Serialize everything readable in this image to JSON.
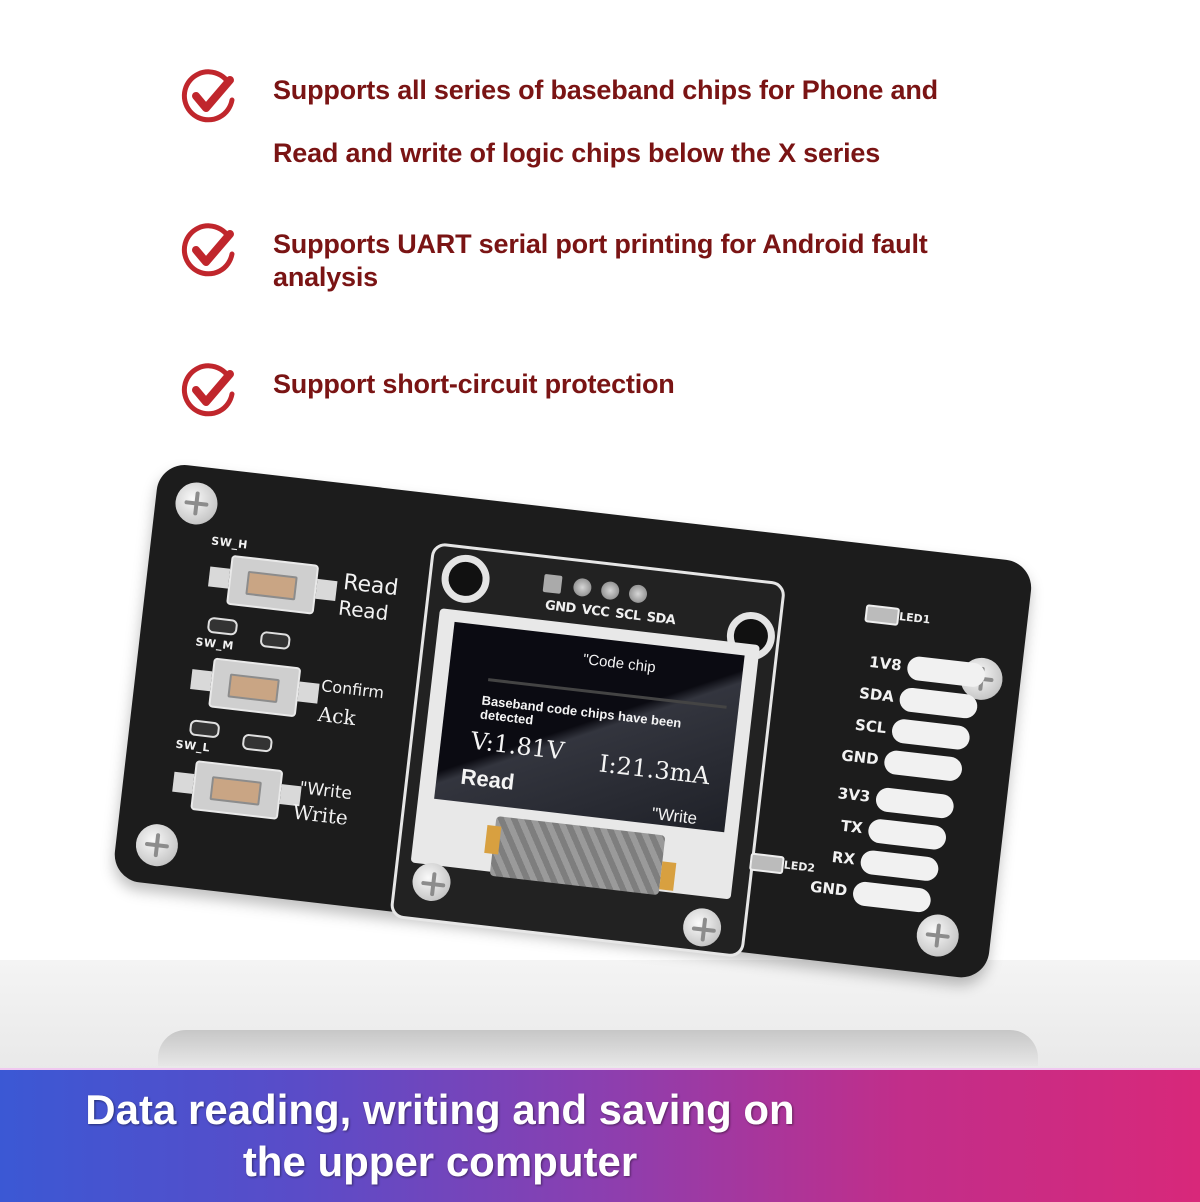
{
  "features": [
    {
      "icon": "check-circle-icon",
      "lines": [
        "Supports all series of baseband chips for Phone and",
        "Read and write of logic chips below the X series"
      ]
    },
    {
      "icon": "check-circle-icon",
      "lines": [
        "Supports UART serial port printing for Android fault",
        "analysis"
      ]
    },
    {
      "icon": "check-circle-icon",
      "lines": [
        "Support short-circuit protection"
      ]
    }
  ],
  "colors": {
    "feature_text": "#7a1414",
    "check_icon": "#c0262c",
    "board": "#1c1c1c",
    "banner_start": "#3b58d4",
    "banner_end": "#d8287a"
  },
  "board": {
    "buttons": [
      {
        "id": "SW_H",
        "label_top": "Read",
        "label_bottom": "Read"
      },
      {
        "id": "SW_M",
        "label_top": "Confirm",
        "label_bottom": "Ack"
      },
      {
        "id": "SW_L",
        "label_top": "\"Write",
        "label_bottom": "Write"
      }
    ],
    "oled_pins": "GND VCC SCL SDA",
    "display": {
      "title": "\"Code chip",
      "message": "Baseband code chips have been detected",
      "voltage": "V:1.81V",
      "current": "I:21.3mA",
      "left_action": "Read",
      "right_action": "\"Write"
    },
    "header_pins": [
      "1V8",
      "SDA",
      "SCL",
      "GND",
      "3V3",
      "TX",
      "RX",
      "GND"
    ],
    "leds": [
      "LED1",
      "LED2"
    ]
  },
  "banner": {
    "line1": "Data reading, writing and saving on",
    "line2": "the upper computer"
  }
}
